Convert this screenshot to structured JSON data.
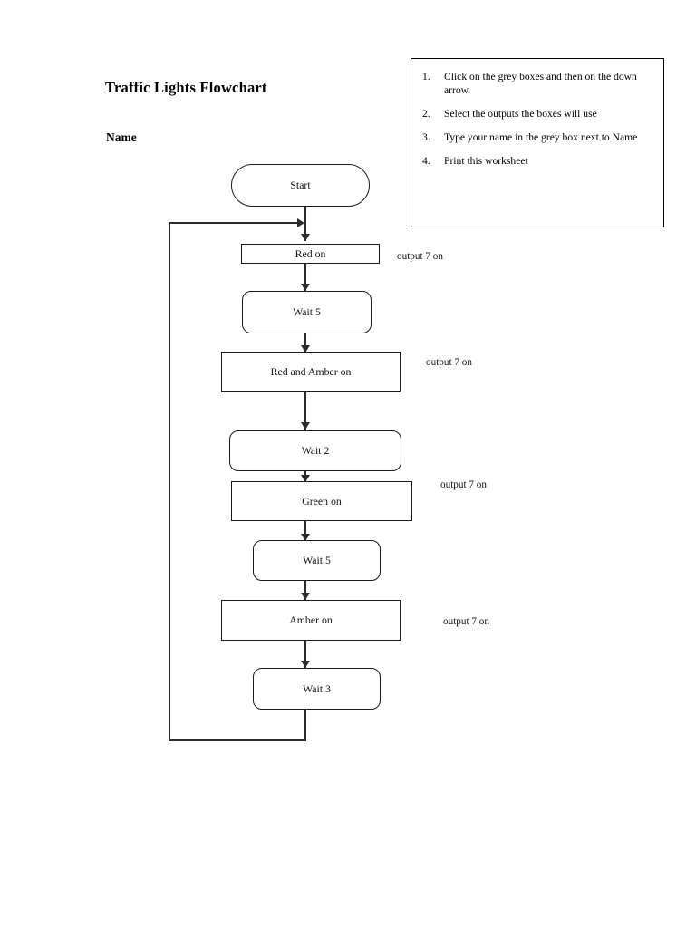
{
  "document": {
    "title": "Traffic Lights Flowchart",
    "name_label": "Name"
  },
  "instructions": {
    "items": [
      {
        "number": "1.",
        "text": "Click on the grey boxes and then on the down arrow."
      },
      {
        "number": "2.",
        "text": "Select the outputs the boxes will use"
      },
      {
        "number": "3.",
        "text": "Type your name in the grey box next to Name"
      },
      {
        "number": "4.",
        "text": "Print this worksheet"
      }
    ]
  },
  "flowchart": {
    "nodes": [
      {
        "id": "start",
        "label": "Start",
        "shape": "terminator"
      },
      {
        "id": "red-on",
        "label": "Red on",
        "shape": "rect"
      },
      {
        "id": "wait-5-a",
        "label": "Wait 5",
        "shape": "rounded"
      },
      {
        "id": "red-amber-on",
        "label": "Red and Amber on",
        "shape": "rect"
      },
      {
        "id": "wait-2",
        "label": "Wait 2",
        "shape": "rounded"
      },
      {
        "id": "green-on",
        "label": "Green on",
        "shape": "rect"
      },
      {
        "id": "wait-5-b",
        "label": "Wait 5",
        "shape": "rounded"
      },
      {
        "id": "amber-on",
        "label": "Amber on",
        "shape": "rect"
      },
      {
        "id": "wait-3",
        "label": "Wait 3",
        "shape": "rounded"
      }
    ],
    "output_labels": [
      {
        "id": "output-red",
        "text": "output 7 on"
      },
      {
        "id": "output-red-amber",
        "text": "output 7 on"
      },
      {
        "id": "output-green",
        "text": "output 7 on"
      },
      {
        "id": "output-amber",
        "text": "output 7 on"
      }
    ]
  },
  "colors": {
    "line": "#2b2b2b",
    "border": "#1a1a1a",
    "text": "#111111",
    "background": "#ffffff"
  }
}
